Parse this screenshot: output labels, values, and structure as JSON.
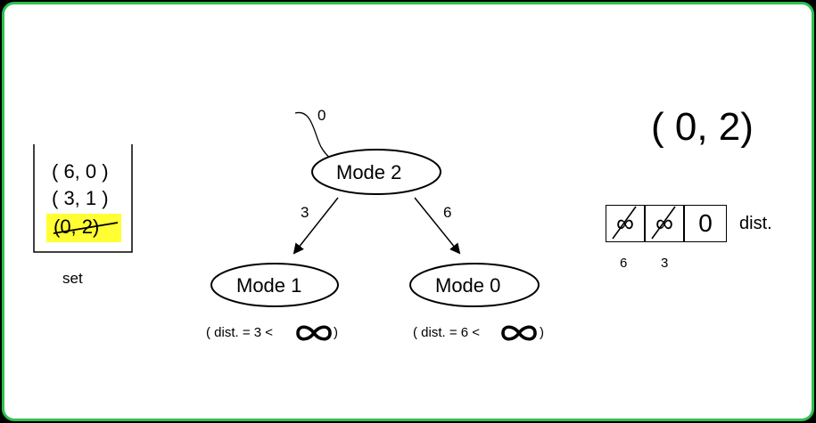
{
  "set": {
    "items": [
      "( 6, 0 )",
      "( 3, 1 )",
      "(0, 2)"
    ],
    "label": "set",
    "highlight_color": "#ffff33"
  },
  "tree": {
    "root": {
      "label": "Mode 2",
      "incoming_label": "0"
    },
    "left": {
      "label": "Mode 1",
      "edge_label": "3",
      "condition_text": "( dist. = 3 <",
      "condition_close": ")"
    },
    "right": {
      "label": "Mode 0",
      "edge_label": "6",
      "condition_text": "( dist. = 6 <",
      "condition_close": ")"
    }
  },
  "current_pair": "( 0, 2)",
  "dist": {
    "cells": [
      "∞",
      "∞",
      "0"
    ],
    "label": "dist.",
    "old_values": [
      "6",
      "3"
    ]
  },
  "colors": {
    "border": "#2ec04f",
    "highlight": "#ffff33"
  }
}
